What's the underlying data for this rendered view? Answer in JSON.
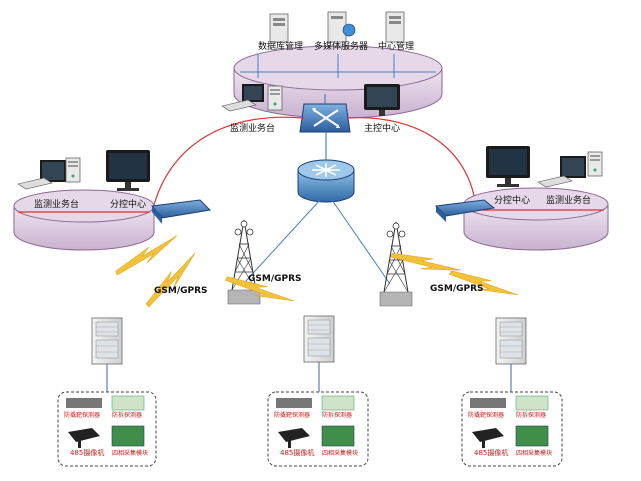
{
  "center": {
    "servers": [
      {
        "label": "数据库管理",
        "icon": "server-tower-icon"
      },
      {
        "label": "多媒体服务器",
        "icon": "media-server-icon"
      },
      {
        "label": "中心管理",
        "icon": "server-tower-icon"
      }
    ],
    "monitor_desk_label": "监测业务台",
    "main_control_label": "主控中心"
  },
  "left_station": {
    "monitor_desk_label": "监测业务台",
    "branch_control_label": "分控中心"
  },
  "right_station": {
    "monitor_desk_label": "监测业务台",
    "branch_control_label": "分控中心"
  },
  "wireless": {
    "link_labels": [
      "GSM/GPRS",
      "GSM/GPRS",
      "GSM/GPRS"
    ]
  },
  "field_sites": [
    {
      "devices": [
        "防撬靶探测器",
        "防拆探测器",
        "485摄像机",
        "四相采集模块"
      ]
    },
    {
      "devices": [
        "防撬靶探测器",
        "防拆探测器",
        "485摄像机",
        "四相采集模块"
      ]
    },
    {
      "devices": [
        "防撬靶探测器",
        "防拆探测器",
        "485摄像机",
        "四相采集模块"
      ]
    }
  ],
  "colors": {
    "platform_fill": "#d8c6dc",
    "platform_edge": "#8a6a94",
    "lan_line": "#e03030",
    "wan_line": "#4a7fc0",
    "wireless_bolt": "#f2c23a",
    "wire": "#3a64b0"
  }
}
